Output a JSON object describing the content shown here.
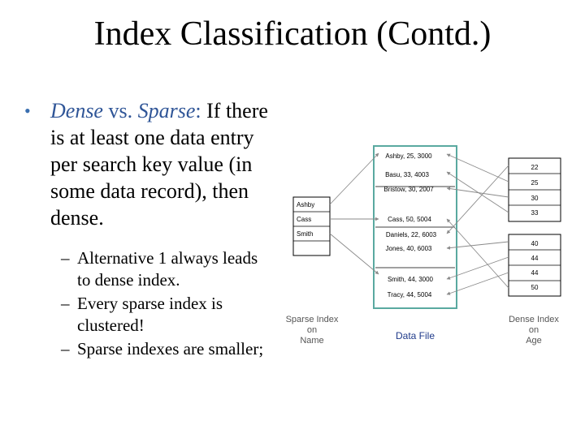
{
  "title": "Index Classification (Contd.)",
  "bullet": {
    "term_dense": "Dense",
    "vs": " vs. ",
    "term_sparse": "Sparse",
    "colon": ":",
    "text": "  If there is at least one data entry per  search key value (in some data record), then dense."
  },
  "sub_bullets": [
    "Alternative 1 always leads to dense index.",
    "Every sparse index is clustered!",
    "Sparse indexes are smaller;"
  ],
  "diagram": {
    "sparse_entries": [
      "Ashby",
      "Cass",
      "Smith"
    ],
    "data_records": [
      "Ashby, 25, 3000",
      "Basu, 33, 4003",
      "Bristow, 30, 2007",
      "Cass, 50, 5004",
      "Daniels, 22, 6003",
      "Jones, 40, 6003",
      "Smith, 44, 3000",
      "Tracy, 44, 5004"
    ],
    "dense_entries": [
      "22",
      "25",
      "30",
      "33",
      "40",
      "44",
      "44",
      "50"
    ],
    "sparse_label": [
      "Sparse Index",
      "on",
      "Name"
    ],
    "data_label": "Data File",
    "dense_label": [
      "Dense Index",
      "on",
      "Age"
    ]
  }
}
